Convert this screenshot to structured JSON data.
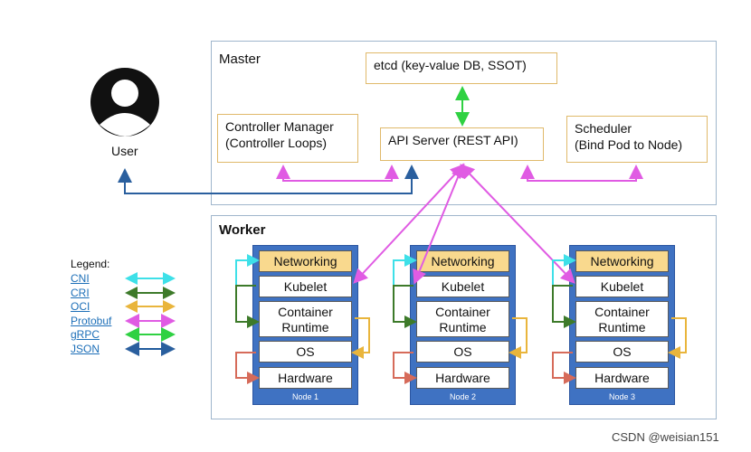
{
  "master": {
    "title": "Master",
    "etcd": "etcd (key-value DB, SSOT)",
    "controller_line1": "Controller Manager",
    "controller_line2": "(Controller Loops)",
    "api_server": "API Server (REST API)",
    "scheduler_line1": "Scheduler",
    "scheduler_line2": "(Bind Pod to Node)"
  },
  "user": {
    "label": "User"
  },
  "worker": {
    "title": "Worker",
    "nodes": [
      {
        "label": "Node 1"
      },
      {
        "label": "Node 2"
      },
      {
        "label": "Node 3"
      }
    ],
    "layers": {
      "networking": "Networking",
      "kubelet": "Kubelet",
      "runtime_line1": "Container",
      "runtime_line2": "Runtime",
      "os": "OS",
      "hardware": "Hardware"
    }
  },
  "legend": {
    "title": "Legend:",
    "items": [
      {
        "label": "CNI",
        "color": "#3ee0e8"
      },
      {
        "label": "CRI",
        "color": "#3d7a2a"
      },
      {
        "label": "OCI",
        "color": "#e9b53c"
      },
      {
        "label": "Protobuf",
        "color": "#e05be3"
      },
      {
        "label": "gRPC",
        "color": "#2fd142"
      },
      {
        "label": "JSON",
        "color": "#1f5a9c"
      }
    ]
  },
  "watermark": "CSDN @weisian151",
  "colors": {
    "user_arrow": "#2a5f9e",
    "etcd_arrow": "#2fd142",
    "protobuf": "#e05be3",
    "cni": "#3ee0e8",
    "cri": "#3d7a2a",
    "oci": "#e9b53c",
    "hardware": "#d66b5a"
  }
}
